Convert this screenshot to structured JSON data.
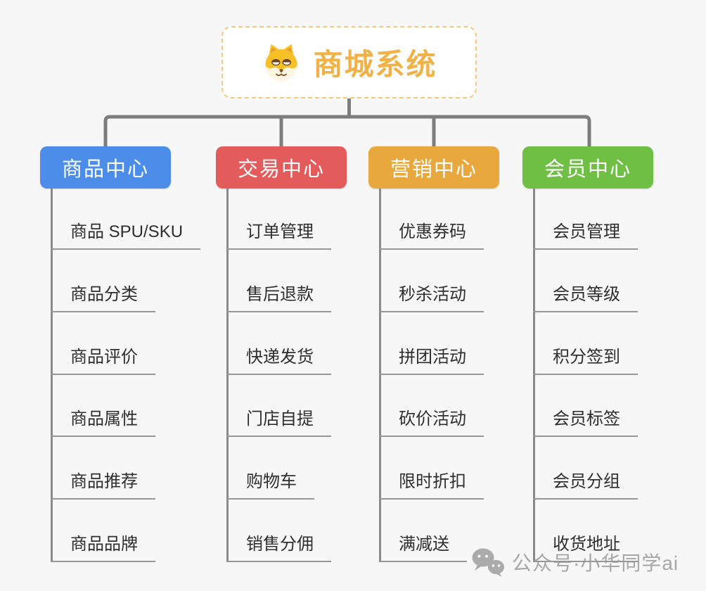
{
  "root": {
    "title": "商城系统",
    "icon": "shiba-dog-icon",
    "text_color": "#F0B246",
    "border_color": "#F5C87D"
  },
  "branches": [
    {
      "label": "商品中心",
      "color": "#4B8DE9",
      "items": [
        "商品 SPU/SKU",
        "商品分类",
        "商品评价",
        "商品属性",
        "商品推荐",
        "商品品牌"
      ]
    },
    {
      "label": "交易中心",
      "color": "#E45B5C",
      "items": [
        "订单管理",
        "售后退款",
        "快递发货",
        "门店自提",
        "购物车",
        "销售分佣"
      ]
    },
    {
      "label": "营销中心",
      "color": "#E9A83E",
      "items": [
        "优惠券码",
        "秒杀活动",
        "拼团活动",
        "砍价活动",
        "限时折扣",
        "满减送"
      ]
    },
    {
      "label": "会员中心",
      "color": "#70BF45",
      "items": [
        "会员管理",
        "会员等级",
        "积分签到",
        "会员标签",
        "会员分组",
        "收货地址"
      ]
    }
  ],
  "lines": {
    "connector_color": "#7D7D7D",
    "trunk_color": "#8A8A8A",
    "underline_color": "#979797"
  },
  "watermark": {
    "icon": "wechat-icon",
    "text": "公众号·小华同学ai",
    "color": "#A7A7A7"
  }
}
